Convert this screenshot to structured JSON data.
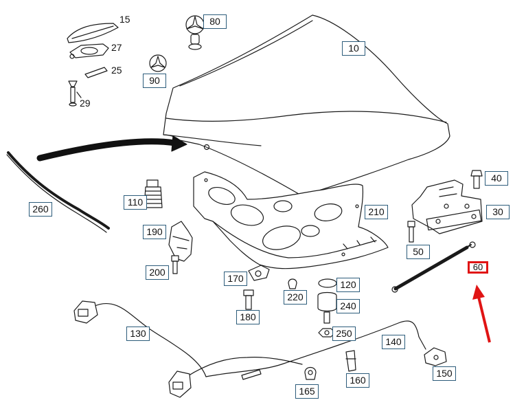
{
  "colors": {
    "line": "#1a1a1a",
    "label_border": "#2b5b7a",
    "highlight": "#e01414"
  },
  "labels": {
    "p15": "15",
    "p27": "27",
    "p25": "25",
    "p29": "29",
    "p80": "80",
    "p10": "10",
    "p90": "90",
    "p260": "260",
    "p110": "110",
    "p40": "40",
    "p210": "210",
    "p30": "30",
    "p190": "190",
    "p50": "50",
    "p60": "60",
    "p200": "200",
    "p170": "170",
    "p120": "120",
    "p220": "220",
    "p240": "240",
    "p180": "180",
    "p130": "130",
    "p250": "250",
    "p140": "140",
    "p160": "160",
    "p150": "150",
    "p165": "165"
  }
}
